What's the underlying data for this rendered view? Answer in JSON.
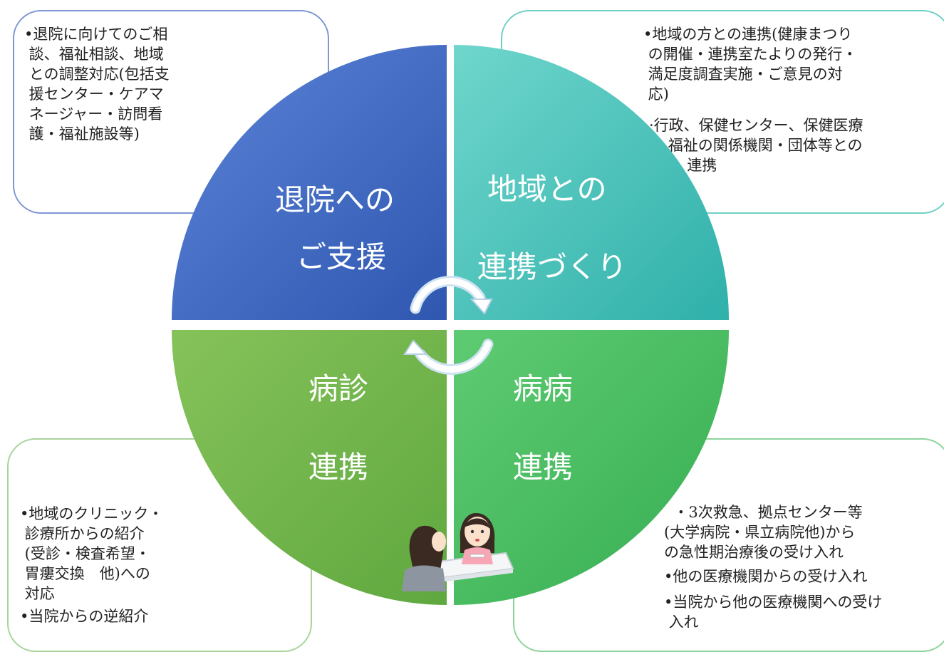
{
  "quadrants": {
    "top_left": {
      "line1": "退院への",
      "line2": "ご支援"
    },
    "top_right": {
      "line1": "地域との",
      "line2": "連携づくり"
    },
    "bottom_left": {
      "line1": "病診",
      "line2": "連携"
    },
    "bottom_right": {
      "line1": "病病",
      "line2": "連携"
    }
  },
  "boxes": {
    "top_left": {
      "item1": "•退院に向けてのご相\n 談、福祉相談、地域\n との調整対応(包括支\n 援センター・ケアマ\n ネージャー・訪問看\n 護・福祉施設等)"
    },
    "top_right": {
      "item1": "•地域の方との連携(健康まつり\n の開催・連携室たよりの発行・\n 満足度調査実施・ご意見の対\n 応)",
      "item2": "·行政、保健センター、保健医療\n    福祉の関係機関・団体等との\n        連携"
    },
    "bottom_left": {
      "item1": "•地域のクリニック・\n 診療所からの紹介\n (受診・検査希望・\n 胃瘻交換　他)への\n 対応",
      "item2": "•当院からの逆紹介"
    },
    "bottom_right": {
      "item1": "  ・3次救急、拠点センター等\n(大学病院・県立病院他)から\nの急性期治療後の受け入れ",
      "item2": "•他の医療機関からの受け入れ",
      "item3": "•当院から他の医療機関への受け\n 入れ"
    }
  },
  "colors": {
    "top_left": "#3f69c2",
    "top_right": "#3ebfb8",
    "bottom_left": "#72b64e",
    "bottom_right": "#47bb62"
  }
}
